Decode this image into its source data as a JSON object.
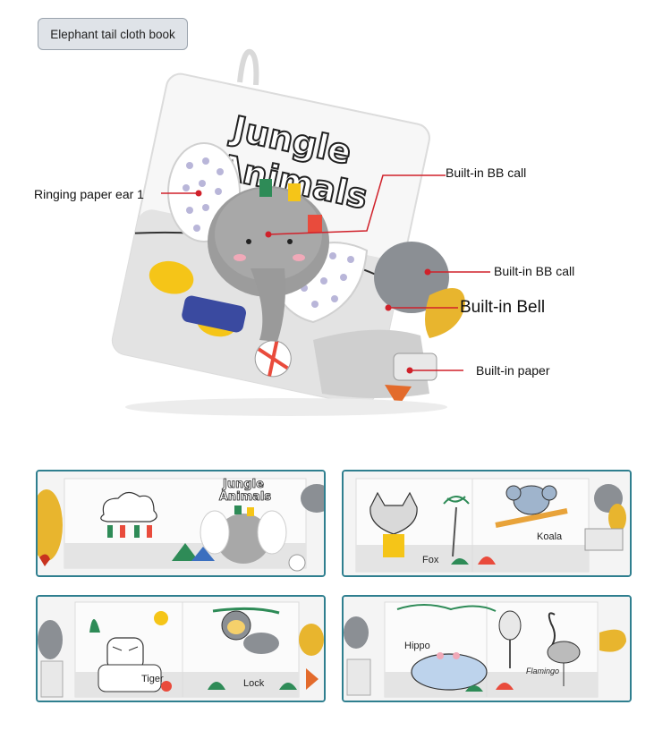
{
  "tag": {
    "label": "Elephant tail cloth book"
  },
  "book_cover_title": {
    "line1": "Jungle",
    "line2": "Animals"
  },
  "callouts": [
    {
      "text": "Ringing paper ear 1"
    },
    {
      "text": "Built-in BB call"
    },
    {
      "text": "Built-in BB call"
    },
    {
      "text": "Built-in Bell"
    },
    {
      "text": "Built-in paper"
    }
  ],
  "thumbnails": {
    "top_left": {
      "title_line1": "Jungle",
      "title_line2": "Animals"
    },
    "top_right": {
      "labels": [
        "Fox",
        "Koala"
      ]
    },
    "bottom_left": {
      "labels": [
        "Tiger",
        "Lock"
      ]
    },
    "bottom_right": {
      "labels": [
        "Hippo",
        "Flamingo"
      ]
    }
  },
  "colors": {
    "thumb_border": "#2f7f8f",
    "callout_line": "#d0212a",
    "tag_bg": "#dfe3e8"
  }
}
